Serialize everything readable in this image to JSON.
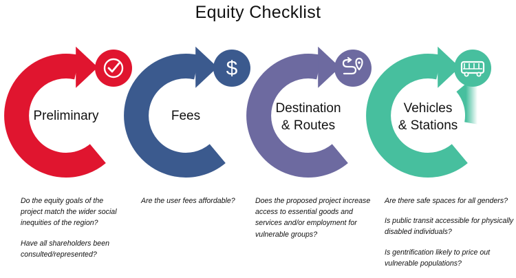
{
  "title": "Equity Checklist",
  "stages": [
    {
      "label_lines": [
        "Preliminary"
      ],
      "color": "#e0152f",
      "icon": "checkmark-circle-icon",
      "questions": [
        "Do the equity goals of the project match the wider social inequities of the region?",
        "Have all shareholders been consulted/represented?"
      ]
    },
    {
      "label_lines": [
        "Fees"
      ],
      "color": "#3b5a8e",
      "icon": "dollar-sign-icon",
      "questions": [
        "Are the user fees affordable?"
      ]
    },
    {
      "label_lines": [
        "Destination",
        "& Routes"
      ],
      "color": "#6d6aa0",
      "icon": "route-pin-icon",
      "questions": [
        "Does the proposed project increase access to essential goods and services and/or employment for vulnerable groups?"
      ]
    },
    {
      "label_lines": [
        "Vehicles",
        "& Stations"
      ],
      "color": "#47bf9e",
      "icon": "bus-icon",
      "questions": [
        "Are there safe spaces for all genders?",
        "Is public transit accessible for physically disabled individuals?",
        "Is gentrification likely to price out vulnerable populations?"
      ]
    }
  ]
}
